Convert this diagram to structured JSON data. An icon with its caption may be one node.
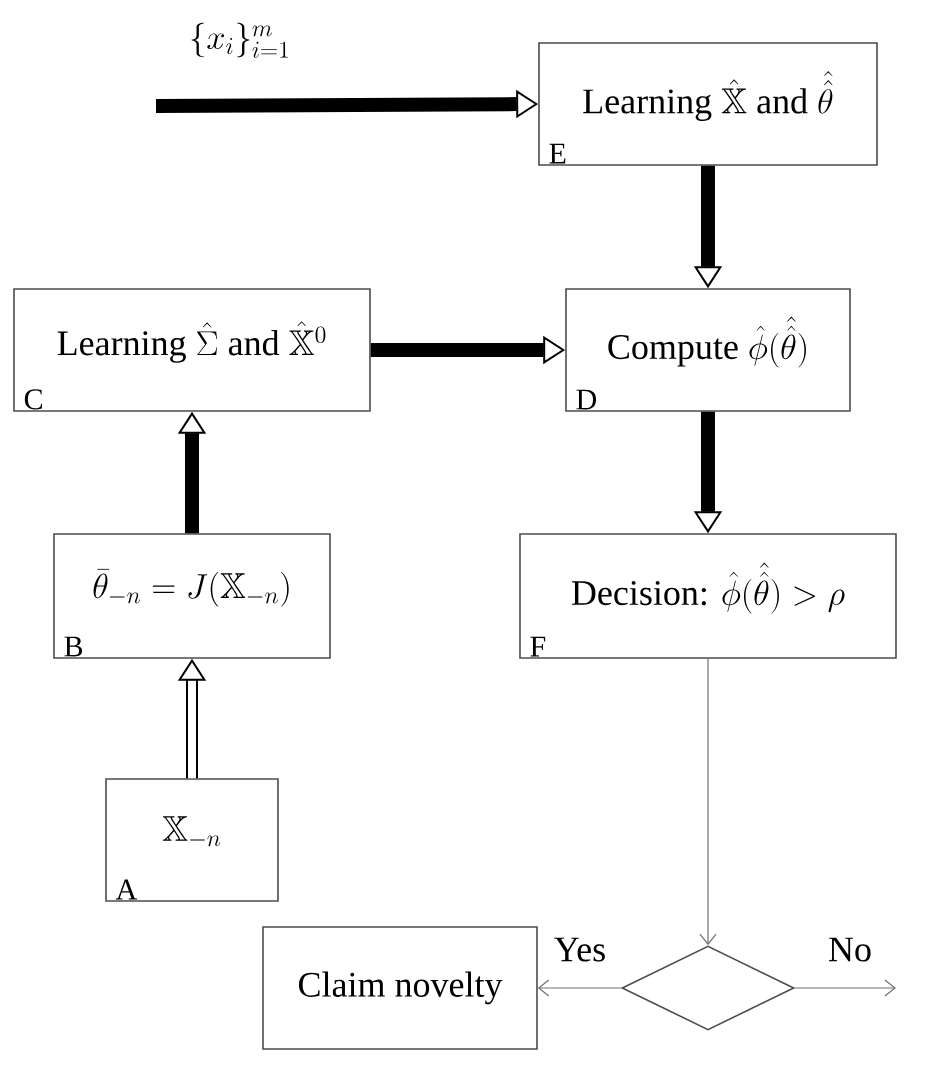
{
  "diagram": {
    "nodes": [
      {
        "text": [
          "\\text{Learning } \\hat{\\mathbb{X}} \\text{ and } \\hat{\\hat{\\theta}}",
          "E"
        ]
      },
      {
        "text": [
          "\\text{Learning } \\hat{\\Sigma} \\text{ and } \\hat{\\mathbb{X}}^0",
          "C"
        ]
      },
      {
        "text": [
          "\\text{Compute } \\hat{\\phi}(\\hat{\\hat{\\theta}})",
          "D"
        ]
      },
      {
        "text": [
          "\\bar{\\theta}_{-n} = J(\\mathbb{X}_{-n})",
          "B"
        ]
      },
      {
        "text": [
          "\\text{Decision: } \\hat{\\phi}(\\hat{\\hat{\\theta}}) > \\rho",
          "F"
        ]
      },
      {
        "text": [
          "\\mathbb{X}_{-n}",
          "A"
        ]
      },
      {
        "text": [
          "\\text{Claim novelty}"
        ]
      },
      {
        "text": [],
        "shape": "diamond"
      }
    ],
    "edges": [
      {
        "from": null,
        "to": 0,
        "arrow": "to",
        "label": "\\{x_i\\}_{i=1}^m"
      },
      {
        "from": 0,
        "to": 2,
        "arrow": "to"
      },
      {
        "from": 1,
        "to": 2,
        "arrow": "to"
      },
      {
        "from": 3,
        "to": 1,
        "arrow": "to"
      },
      {
        "from": 5,
        "to": 3,
        "arrow": "to"
      },
      {
        "from": 2,
        "to": 4,
        "arrow": "to"
      },
      {
        "from": 4,
        "to": 7,
        "arrow": "to",
        "color": "#707070"
      },
      {
        "from": 7,
        "to": 6,
        "arrow": "to",
        "label": "Yes",
        "color": "#707070"
      },
      {
        "from": 7,
        "to": null,
        "arrow": "to",
        "label": "No",
        "color": "#707070"
      }
    ]
  }
}
